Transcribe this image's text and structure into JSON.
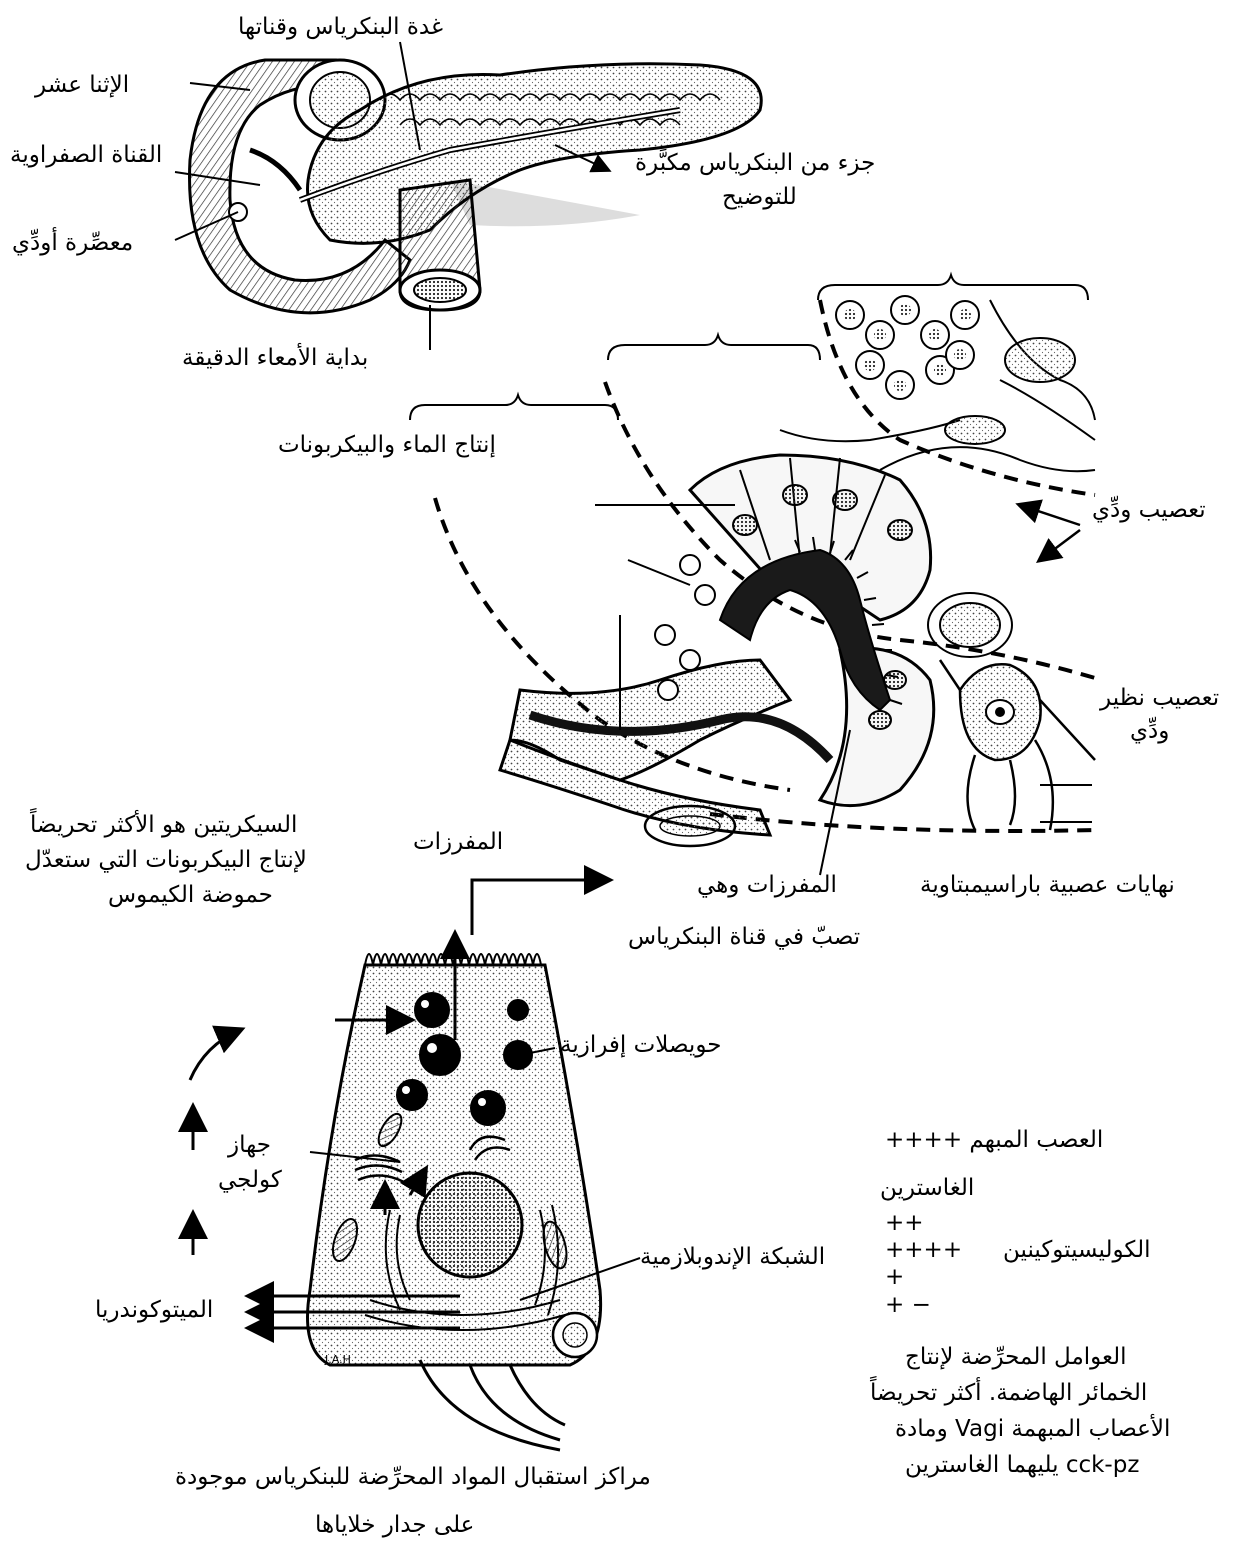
{
  "pancreas_figure": {
    "gland_and_duct": "غدة البنكرياس وقناتها",
    "duodenum": "الإثنا عشر",
    "bile_duct": "القناة الصفراوية",
    "oddi_sphincter": "معصِّرة أودِّي",
    "small_intestine_start": "بداية الأمعاء الدقيقة",
    "enlarged_part_line1": "جزء من البنكرياس مكبَّرة",
    "enlarged_part_line2": "للتوضيح"
  },
  "acinus_figure": {
    "water_bicarbonate": "إنتاج الماء والبيكربونات",
    "vagal_innervation": "تعصيب ودِّي",
    "parasympathetic_line1": "تعصيب نظير",
    "parasympathetic_line2": "ودِّي",
    "parasympathetic_endings": "نهايات عصبية باراسيمبتاوية",
    "secretions_line1": "المفرزات وهي",
    "secretions_line2": "تصبّ في قناة البنكرياس"
  },
  "cell_figure": {
    "secretin_line1": "السيكريتين هو الأكثر تحريضاً",
    "secretin_line2": "لإنتاج البيكربونات التي ستعدّل",
    "secretin_line3": "حموضة الكيموس",
    "secretions": "المفرزات",
    "secretory_vesicles": "حويصلات إفرازية",
    "golgi_line1": "جهاز",
    "golgi_line2": "كولجي",
    "endoplasmic_reticulum": "الشبكة الإندوبلازمية",
    "mitochondria": "الميتوكوندريا",
    "artist_initials": "J.A.H",
    "receptors_line1": "مراكز استقبال المواد المحرِّضة للبنكرياس موجودة",
    "receptors_line2": "على جدار خلاياها"
  },
  "stimulants": {
    "vagus": "العصب المبهم ++++",
    "gastrin": "الغاسترين",
    "gastrin_level": "++",
    "cck": "الكوليسيتوكينين",
    "cck_level": "++++",
    "plus1": "+",
    "plus_minus": "+ −",
    "summary_line1": "العوامل المحرِّضة لإنتاج",
    "summary_line2": "الخمائر الهاضمة. أكثر تحريضاً",
    "summary_line3": "الأعصاب المبهمة Vagi ومادة",
    "summary_line4": "cck-pz يليهما الغاسترين"
  }
}
